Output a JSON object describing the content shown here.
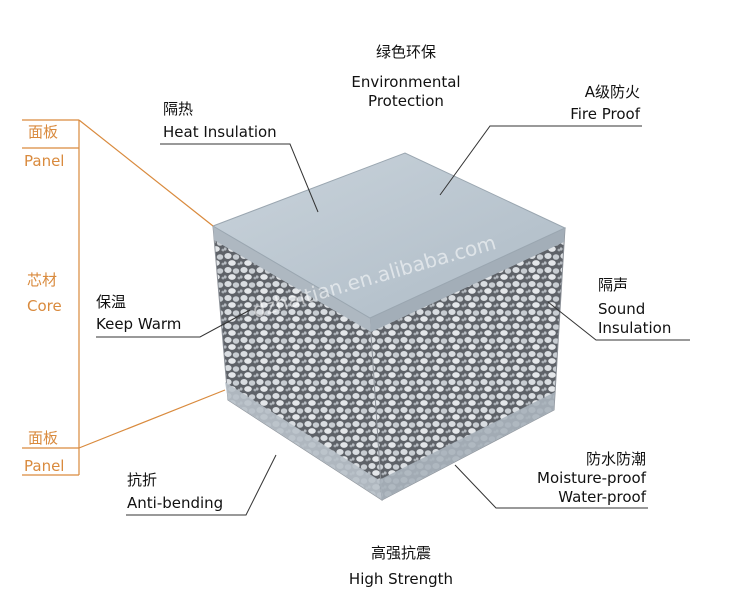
{
  "top": {
    "zh": "绿色环保",
    "en1": "Environmental",
    "en2": "Protection"
  },
  "heat": {
    "zh": "隔热",
    "en": "Heat Insulation"
  },
  "fire": {
    "zh": "A级防火",
    "en": "Fire Proof"
  },
  "panel_top": {
    "zh": "面板",
    "en": "Panel"
  },
  "core": {
    "zh": "芯材",
    "en": "Core"
  },
  "panel_bottom": {
    "zh": "面板",
    "en": "Panel"
  },
  "warm": {
    "zh": "保温",
    "en": "Keep Warm"
  },
  "sound": {
    "zh": "隔声",
    "en1": "Sound",
    "en2": "Insulation"
  },
  "bending": {
    "zh": "抗折",
    "en": "Anti-bending"
  },
  "moisture": {
    "zh": "防水防潮",
    "en1": "Moisture-proof",
    "en2": "Water-proof"
  },
  "strength": {
    "zh": "高强抗震",
    "en": "High Strength"
  },
  "watermark": "dzhaitian.en.alibaba.com",
  "colors": {
    "accent_orange": "#d98a3d",
    "line": "#333333",
    "top_face": "#b9c5cf",
    "core": "#8c9096"
  }
}
